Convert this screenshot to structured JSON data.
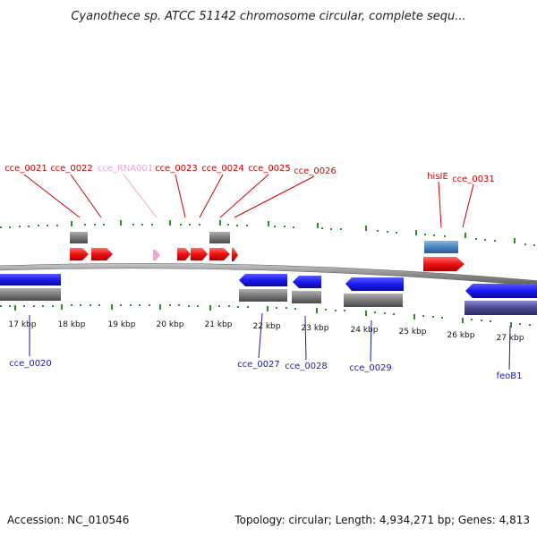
{
  "title": "Cyanothece sp. ATCC 51142 chromosome circular, complete sequ...",
  "footer": {
    "accession": "Accession: NC_010546",
    "summary": "Topology: circular; Length: 4,934,271 bp; Genes: 4,813"
  },
  "ticks": [
    "17 kbp",
    "18 kbp",
    "19 kbp",
    "20 kbp",
    "21 kbp",
    "22 kbp",
    "23 kbp",
    "24 kbp",
    "25 kbp",
    "26 kbp",
    "27 kbp"
  ],
  "top_labels": [
    {
      "text": "cce_0021",
      "color": "#cc0000"
    },
    {
      "text": "cce_0022",
      "color": "#cc0000"
    },
    {
      "text": "cce_RNA001",
      "color": "#f0a0d0"
    },
    {
      "text": "cce_0023",
      "color": "#cc0000"
    },
    {
      "text": "cce_0024",
      "color": "#cc0000"
    },
    {
      "text": "cce_0025",
      "color": "#cc0000"
    },
    {
      "text": "cce_0026",
      "color": "#cc0000"
    },
    {
      "text": "hisIE",
      "color": "#cc0000"
    },
    {
      "text": "cce_0031",
      "color": "#cc0000"
    }
  ],
  "bottom_labels": [
    {
      "text": "cce_0020",
      "color": "#1a1aaa"
    },
    {
      "text": "cce_0027",
      "color": "#1a1aaa"
    },
    {
      "text": "cce_0028",
      "color": "#1a1aaa"
    },
    {
      "text": "cce_0029",
      "color": "#1a1aaa"
    },
    {
      "text": "feoB1",
      "color": "#1a1aaa"
    }
  ],
  "colors": {
    "forward_gene": "#ee1111",
    "reverse_gene": "#1a1aee",
    "rna_gene": "#f4a6d6",
    "feature_gray": "#7a7a7a",
    "feature_steelblue": "#4a86c0",
    "feature_purple": "#4a4a96",
    "backbone": "#8a8a8a",
    "tick_mark": "#2e8b2e"
  }
}
